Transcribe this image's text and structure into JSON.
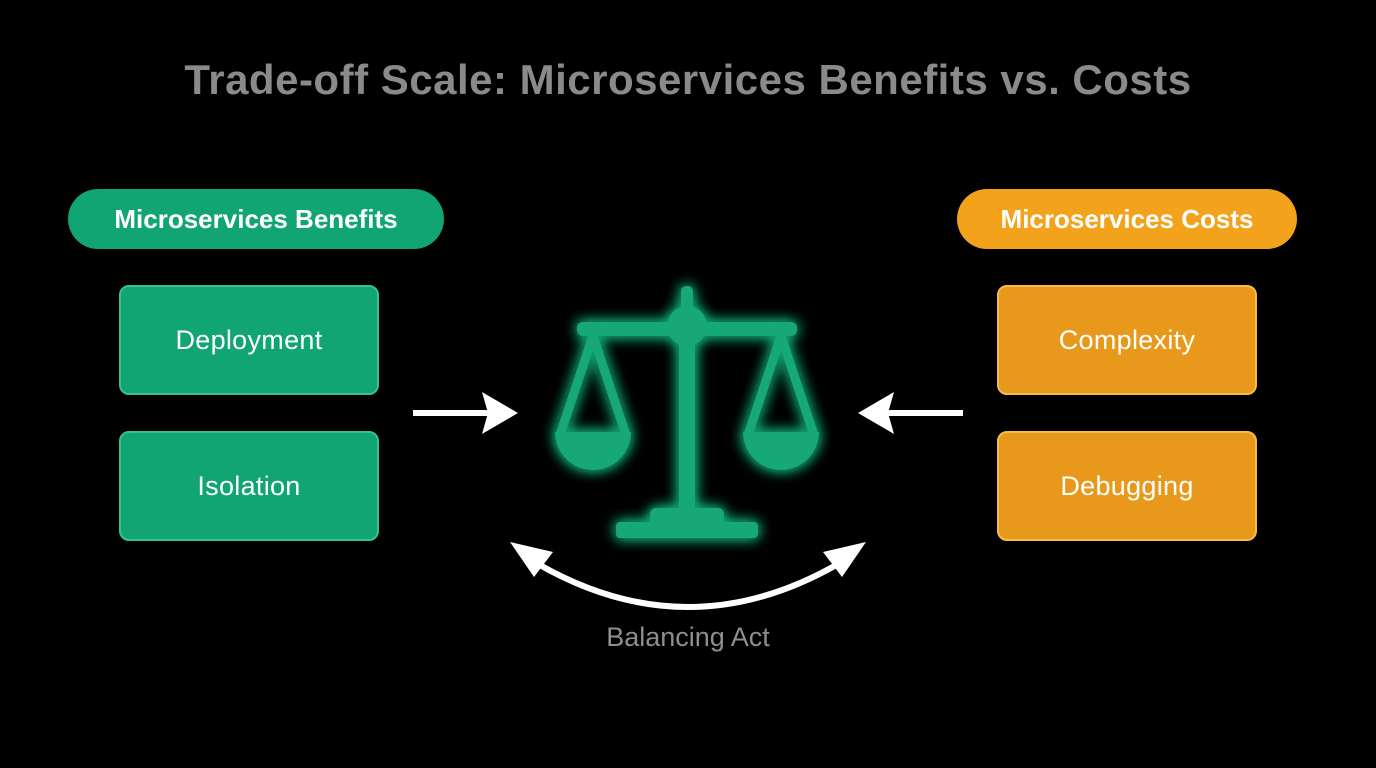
{
  "title": "Trade-off Scale: Microservices Benefits vs. Costs",
  "benefits": {
    "header": "Microservices Benefits",
    "items": [
      "Deployment",
      "Isolation"
    ]
  },
  "costs": {
    "header": "Microservices Costs",
    "items": [
      "Complexity",
      "Debugging"
    ]
  },
  "center_label": "Balancing Act",
  "colors": {
    "background": "#000000",
    "benefits_green": "#12a574",
    "costs_orange": "#f2a31b",
    "scale_green": "#13a877",
    "arrow_white": "#ffffff"
  },
  "icons": {
    "scale": "balance-scale-icon"
  }
}
